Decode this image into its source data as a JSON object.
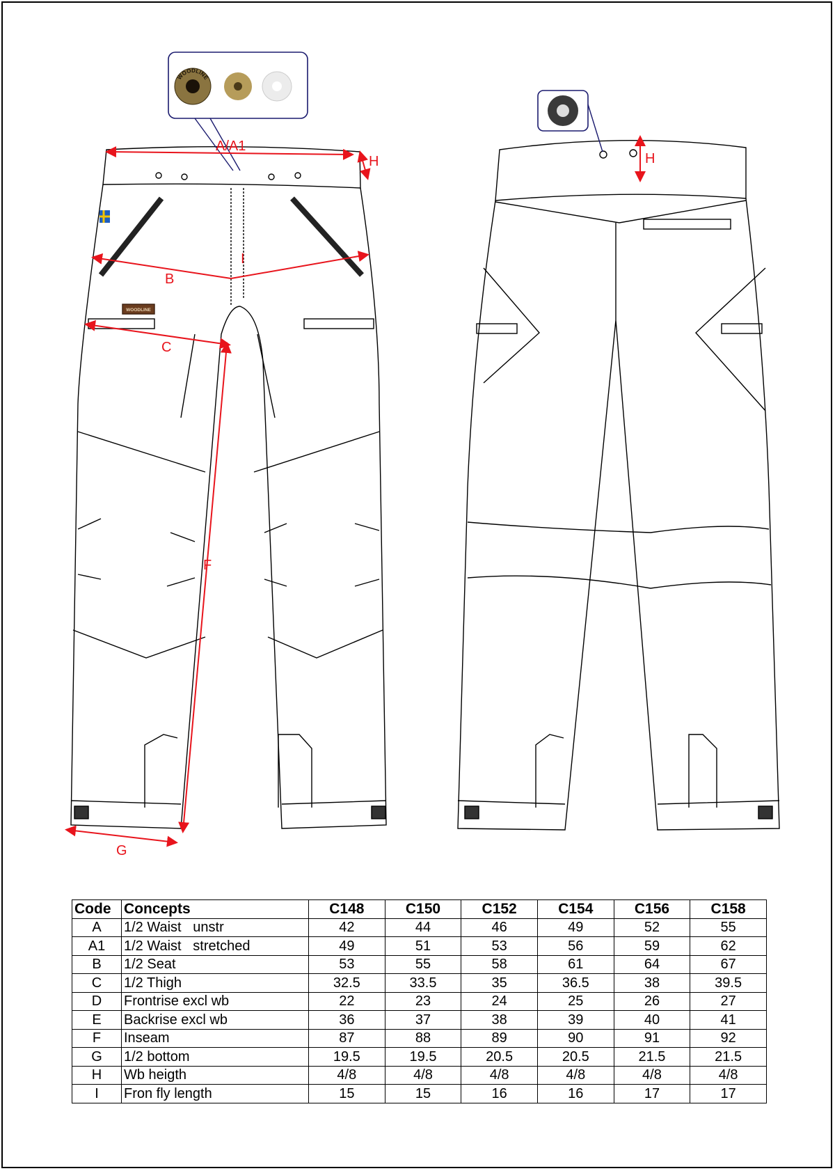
{
  "labels": {
    "waist": "A/A1",
    "wb_front": "H",
    "seat": "B",
    "thigh": "C",
    "inseam": "F",
    "bottom": "G",
    "wb_back": "H",
    "fly": "I"
  },
  "trims": {
    "button_brand": "WOODLINE",
    "patch_brand": "WOODLINE"
  },
  "colors": {
    "measure": "#e8141c",
    "callout": "#1a1a6e",
    "button": "#8a7440"
  },
  "table": {
    "headers": [
      "Code",
      "Concepts",
      "C148",
      "C150",
      "C152",
      "C154",
      "C156",
      "C158"
    ],
    "rows": [
      {
        "code": "A",
        "concept": "1/2 Waist   unstr",
        "values": [
          "42",
          "44",
          "46",
          "49",
          "52",
          "55"
        ]
      },
      {
        "code": "A1",
        "concept": "1/2 Waist   stretched",
        "values": [
          "49",
          "51",
          "53",
          "56",
          "59",
          "62"
        ]
      },
      {
        "code": "B",
        "concept": "1/2 Seat",
        "values": [
          "53",
          "55",
          "58",
          "61",
          "64",
          "67"
        ]
      },
      {
        "code": "C",
        "concept": "1/2 Thigh",
        "values": [
          "32.5",
          "33.5",
          "35",
          "36.5",
          "38",
          "39.5"
        ]
      },
      {
        "code": "D",
        "concept": "Frontrise excl wb",
        "values": [
          "22",
          "23",
          "24",
          "25",
          "26",
          "27"
        ]
      },
      {
        "code": "E",
        "concept": "Backrise excl wb",
        "values": [
          "36",
          "37",
          "38",
          "39",
          "40",
          "41"
        ]
      },
      {
        "code": "F",
        "concept": "Inseam",
        "values": [
          "87",
          "88",
          "89",
          "90",
          "91",
          "92"
        ]
      },
      {
        "code": "G",
        "concept": "1/2 bottom",
        "values": [
          "19.5",
          "19.5",
          "20.5",
          "20.5",
          "21.5",
          "21.5"
        ]
      },
      {
        "code": "H",
        "concept": "Wb heigth",
        "values": [
          "4/8",
          "4/8",
          "4/8",
          "4/8",
          "4/8",
          "4/8"
        ]
      },
      {
        "code": "I",
        "concept": "Fron fly length",
        "values": [
          "15",
          "15",
          "16",
          "16",
          "17",
          "17"
        ]
      }
    ]
  }
}
